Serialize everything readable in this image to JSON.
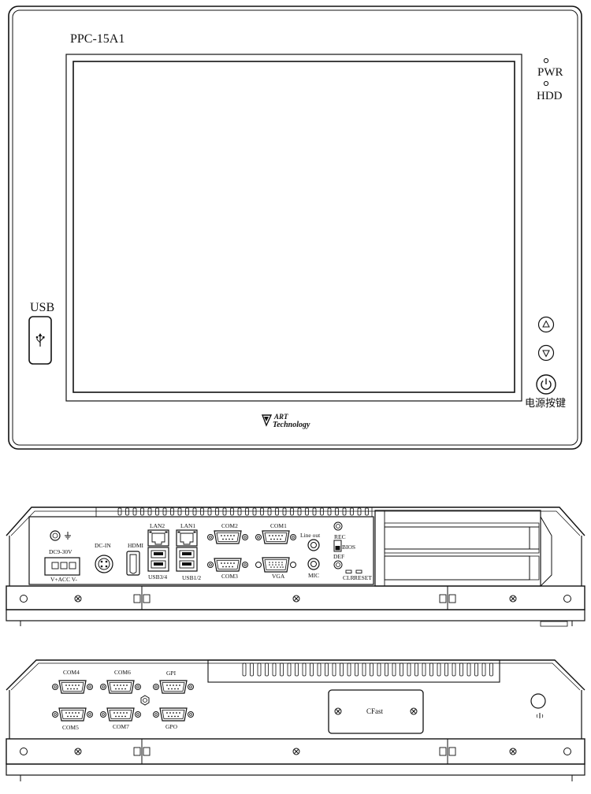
{
  "front": {
    "model": "PPC-15A1",
    "pwr": "PWR",
    "hdd": "HDD",
    "usb": "USB",
    "power_key": "电源按键",
    "brand_line1": "ART",
    "brand_line2": "Technology"
  },
  "bottom_view": {
    "dc_range": "DC9-30V",
    "dc_pins": "V+ACC V-",
    "dc_in": "DC-IN",
    "hdmi": "HDMI",
    "lan2": "LAN2",
    "lan1": "LAN1",
    "usb34": "USB3/4",
    "usb12": "USB1/2",
    "com2": "COM2",
    "com1": "COM1",
    "com3": "COM3",
    "vga": "VGA",
    "line_out": "Line out",
    "mic": "MIC",
    "rec": "REC",
    "bios": "BIOS",
    "def": "DEF",
    "clr": "CLR",
    "reset": "RESET"
  },
  "side_view": {
    "com4": "COM4",
    "com6": "COM6",
    "gpi": "GPI",
    "com5": "COM5",
    "com7": "COM7",
    "gpo": "GPO",
    "cfast": "CFast"
  }
}
